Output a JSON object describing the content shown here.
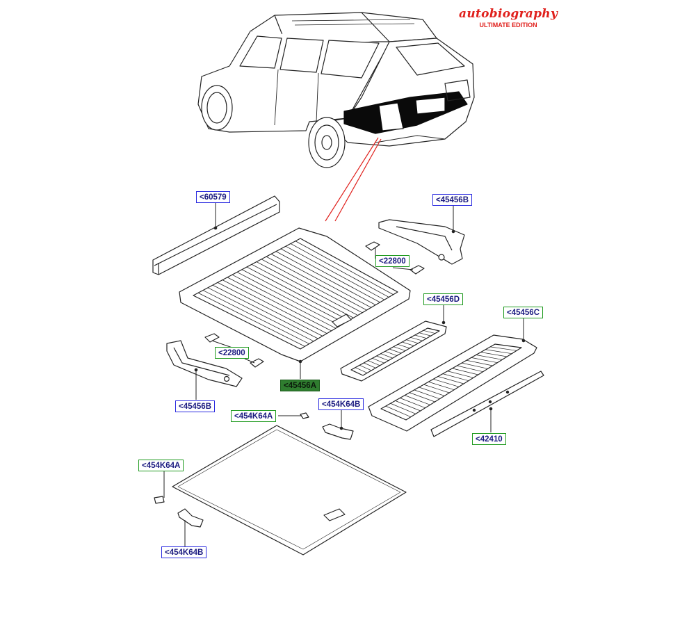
{
  "brand": {
    "script": "autobiography",
    "subtitle": "ULTIMATE EDITION",
    "color": "#e0201c"
  },
  "callouts": {
    "c60579": "<60579",
    "c45456B_top": "<45456B",
    "c22800_top": "<22800",
    "c45456D": "<45456D",
    "c45456C": "<45456C",
    "c22800_mid": "<22800",
    "c45456A": "<45456A",
    "c45456B_left": "<45456B",
    "c454K64B_mid": "<454K64B",
    "c454K64A_mid": "<454K64A",
    "c42410": "<42410",
    "c454K64A_left": "<454K64A",
    "c454K64B_bottom": "<454K64B"
  },
  "colors": {
    "line": "#222222",
    "callout_blue": "#2a2ae0",
    "callout_green": "#1f9a1f",
    "active_fill": "#2f7d2f",
    "pointer_red": "#e0201c"
  }
}
